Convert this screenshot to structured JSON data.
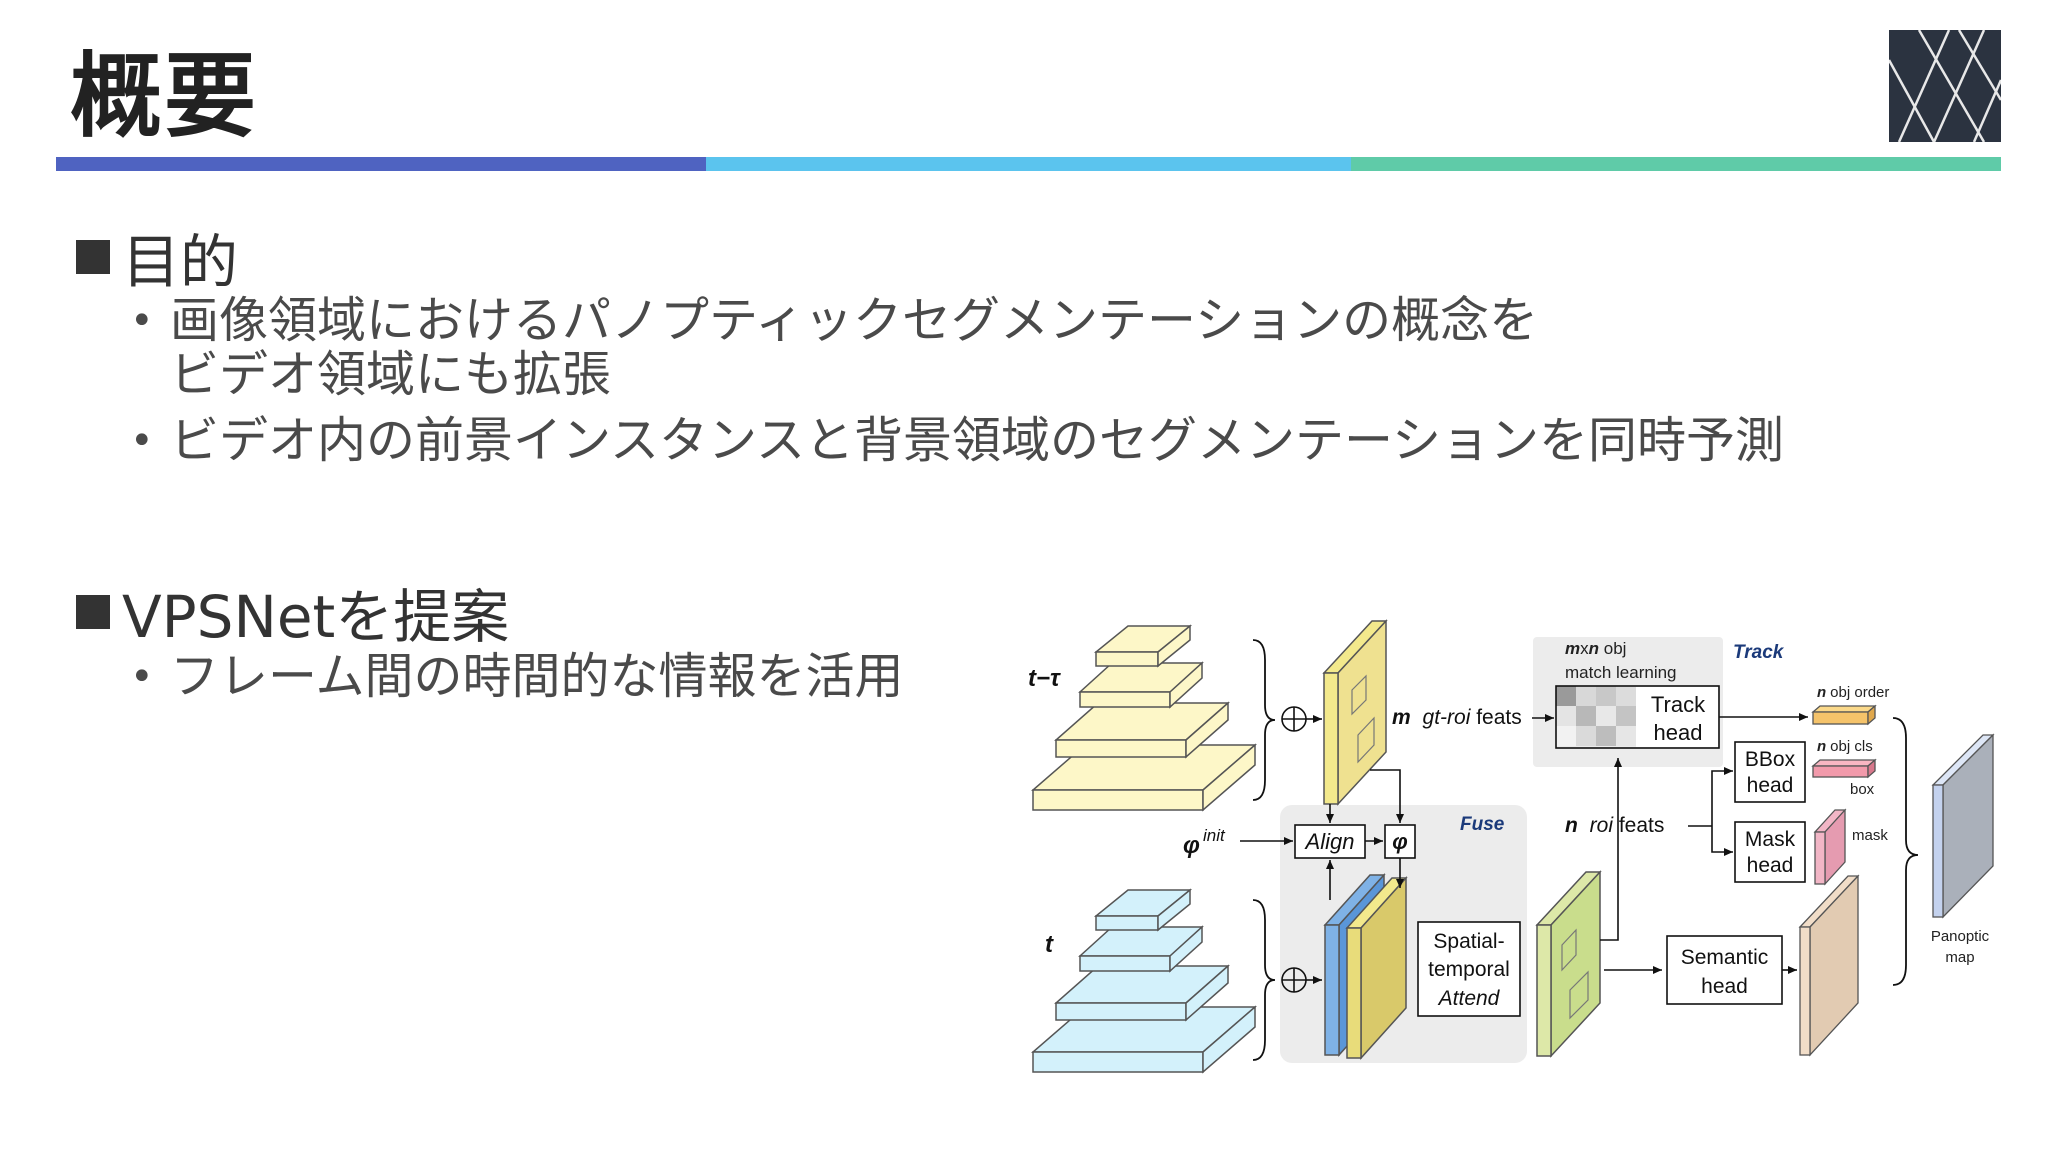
{
  "slide": {
    "title": "概要",
    "colors": {
      "bar1": "#4f63c1",
      "bar2": "#5bc4ee",
      "bar3": "#5fcba8"
    }
  },
  "sections": [
    {
      "heading": "目的",
      "bullets": [
        {
          "line1": "画像領域におけるパノプティックセグメンテーションの概念を",
          "line2": "ビデオ領域にも拡張"
        },
        {
          "line1": "ビデオ内の前景インスタンスと背景領域のセグメンテーションを同時予測"
        }
      ]
    },
    {
      "heading": "VPSNetを提案",
      "bullets": [
        {
          "line1": "フレーム間の時間的な情報を活用"
        }
      ]
    }
  ],
  "diagram": {
    "t_minus_tau": "t−τ",
    "t": "t",
    "phi_init": "φ",
    "phi_init_sup": "init",
    "align": "Align",
    "phi": "φ",
    "fuse": "Fuse",
    "track": "Track",
    "mxn_obj_1": "m",
    "mxn_obj_x": "x",
    "mxn_obj_n": "n",
    "mxn_obj_rest": " obj",
    "match_learning": "match learning",
    "m_gt_roi_m": "m",
    "m_gt_roi_rest": "gt-roi",
    "m_gt_roi_feats": " feats",
    "track_head_1": "Track",
    "track_head_2": "head",
    "n_obj_order": "obj order",
    "n_obj_cls": "obj cls",
    "n_label": "n",
    "box": "box",
    "bbox_head_1": "BBox",
    "bbox_head_2": "head",
    "n_roi_n": "n",
    "n_roi_roi": "roi",
    "n_roi_feats": " feats",
    "mask_head_1": "Mask",
    "mask_head_2": "head",
    "mask": "mask",
    "spatial_1": "Spatial-",
    "spatial_2": "temporal",
    "spatial_3": "Attend",
    "semantic_head_1": "Semantic",
    "semantic_head_2": "head",
    "panoptic_1": "Panoptic",
    "panoptic_2": "map"
  }
}
